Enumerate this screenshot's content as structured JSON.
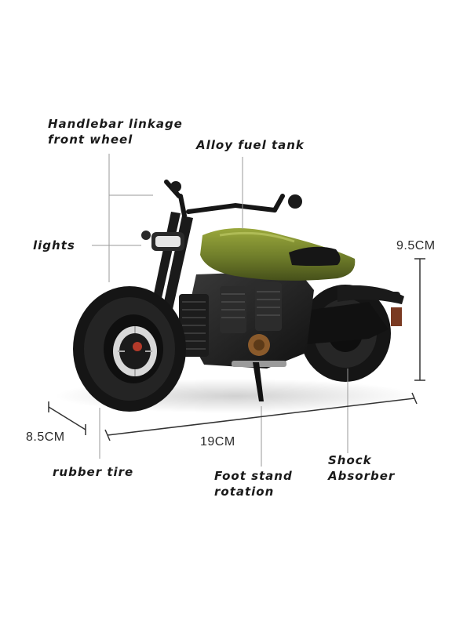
{
  "callouts": {
    "handlebar": [
      "Handlebar linkage",
      "front wheel"
    ],
    "fuel_tank": "Alloy fuel tank",
    "lights": "lights",
    "rubber_tire": "rubber tire",
    "foot_stand": [
      "Foot stand",
      "rotation"
    ],
    "shock": [
      "Shock",
      "Absorber"
    ]
  },
  "dimensions": {
    "height": "9.5CM",
    "length": "19CM",
    "width": "8.5CM"
  },
  "colors": {
    "tank_green": "#6f7d2a",
    "body_black": "#1b1b1b",
    "leader_line": "#9a9a9a"
  }
}
